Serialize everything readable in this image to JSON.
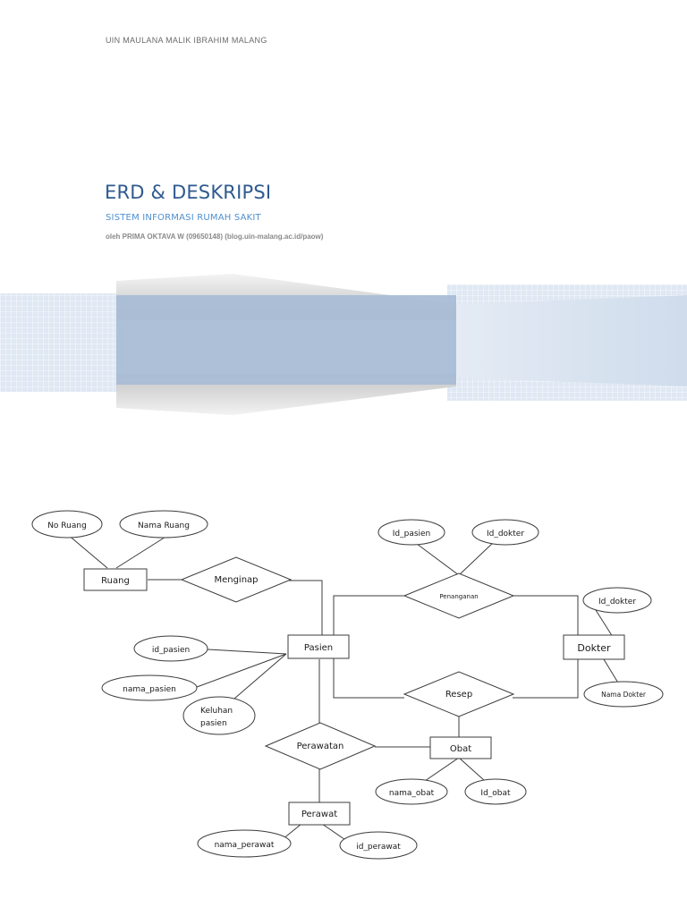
{
  "header": {
    "institution": "UIN  MAULANA MALIK IBRAHIM MALANG"
  },
  "title": "ERD & DESKRIPSI",
  "subtitle": "SISTEM INFORMASI RUMAH SAKIT",
  "byline": "oleh PRIMA OKTAVA W (09650148) (blog.uin-malang.ac.id/paow)",
  "erd": {
    "entities": {
      "ruang": "Ruang",
      "pasien": "Pasien",
      "dokter": "Dokter",
      "obat": "Obat",
      "perawat": "Perawat"
    },
    "relationships": {
      "menginap": "Menginap",
      "penanganan": "Penanganan",
      "resep": "Resep",
      "perawatan": "Perawatan"
    },
    "attributes": {
      "no_ruang": "No Ruang",
      "nama_ruang": "Nama Ruang",
      "id_pasien_pen": "Id_pasien",
      "id_dokter_pen": "Id_dokter",
      "id_dokter": "Id_dokter",
      "nama_dokter": "Nama Dokter",
      "id_pasien": "id_pasien",
      "nama_pasien": "nama_pasien",
      "keluhan_1": "Keluhan",
      "keluhan_2": "pasien",
      "nama_obat": "nama_obat",
      "id_obat": "Id_obat",
      "nama_perawat": "nama_perawat",
      "id_perawat": "id_perawat"
    }
  }
}
